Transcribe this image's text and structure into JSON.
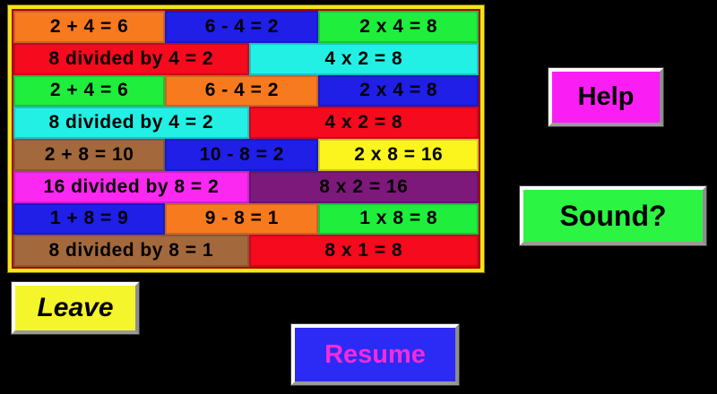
{
  "page": {
    "background": "#000000"
  },
  "panel": {
    "border_color": "#F2E61A",
    "inner_line_color": "#A80000"
  },
  "palette": {
    "orange": "#F87A1F",
    "blue": "#1F1FE8",
    "green": "#1FEE3C",
    "red": "#F50A1E",
    "cyan": "#22F0E4",
    "brown": "#A3693C",
    "magenta": "#FA28F0",
    "purple": "#7D197B",
    "yellow": "#FBF51D"
  },
  "grid": {
    "rows": [
      {
        "cells": [
          {
            "text": "2 + 4 = 6",
            "bg": "#F87A1F"
          },
          {
            "text": "6 - 4 = 2",
            "bg": "#1F1FE8"
          },
          {
            "text": "2 x 4 = 8",
            "bg": "#1FEE3C"
          }
        ]
      },
      {
        "cells": [
          {
            "text": "8 divided by 4 = 2",
            "bg": "#F50A1E"
          },
          {
            "text": "4 x 2 = 8",
            "bg": "#22F0E4"
          }
        ]
      },
      {
        "cells": [
          {
            "text": "2 + 4 = 6",
            "bg": "#1FEE3C"
          },
          {
            "text": "6 - 4 = 2",
            "bg": "#F87A1F"
          },
          {
            "text": "2 x 4 = 8",
            "bg": "#1F1FE8"
          }
        ]
      },
      {
        "cells": [
          {
            "text": "8 divided by 4 = 2",
            "bg": "#22F0E4"
          },
          {
            "text": "4 x 2 = 8",
            "bg": "#F50A1E"
          }
        ]
      },
      {
        "cells": [
          {
            "text": "2 + 8 = 10",
            "bg": "#A3693C"
          },
          {
            "text": "10 - 8 = 2",
            "bg": "#1F1FE8"
          },
          {
            "text": "2 x 8 = 16",
            "bg": "#FBF51D"
          }
        ]
      },
      {
        "cells": [
          {
            "text": "16 divided by 8 = 2",
            "bg": "#FA28F0"
          },
          {
            "text": "8 x 2 = 16",
            "bg": "#7D197B"
          }
        ]
      },
      {
        "cells": [
          {
            "text": "1 + 8 = 9",
            "bg": "#1F1FE8"
          },
          {
            "text": "9 - 8 = 1",
            "bg": "#F87A1F"
          },
          {
            "text": "1 x 8 = 8",
            "bg": "#1FEE3C"
          }
        ]
      },
      {
        "cells": [
          {
            "text": "8 divided by 8 = 1",
            "bg": "#A3693C"
          },
          {
            "text": "8 x 1 = 8",
            "bg": "#F50A1E"
          }
        ]
      }
    ]
  },
  "buttons": {
    "help": {
      "label": "Help",
      "bg": "#FA1EF5",
      "fg": "#000000"
    },
    "sound": {
      "label": "Sound?",
      "bg": "#2BF542",
      "fg": "#000000"
    },
    "leave": {
      "label": "Leave",
      "bg": "#F5F52B",
      "fg": "#000000"
    },
    "resume": {
      "label": "Resume",
      "bg": "#2B2BF5",
      "fg": "#F52BD8"
    }
  }
}
